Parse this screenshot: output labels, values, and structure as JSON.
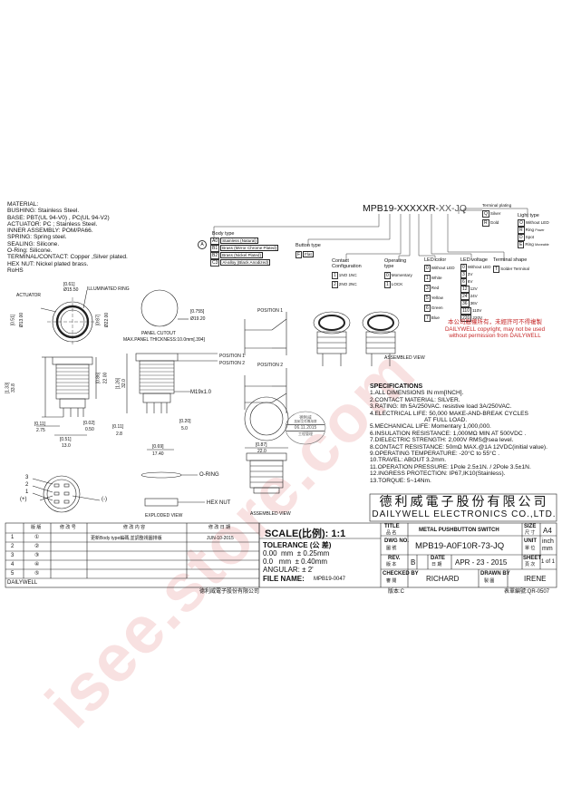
{
  "materials": {
    "lines": [
      "MATERIAL:",
      "BUSHING: Stainless Steel.",
      "BASE: PBT(UL 94-V0) , PC(UL 94-V2)",
      "ACTUATOR: PC ; Stainless Steel.",
      "INNER ASSEMBLY: POM/PA66.",
      "SPRING: Spring steel.",
      "SEALING: Silicone.",
      "O-Ring: Silicone.",
      "TERMINAL/CONTACT: Copper ,Silver plated.",
      "HEX NUT: Nickel plated brass.",
      "RoHS"
    ]
  },
  "part_code": {
    "main": "MPB19-XXXXXR-",
    "suffix": "XX-JQ",
    "terminal_plating": {
      "title": "Terminal plating",
      "options": [
        {
          "code": "Q",
          "label": "Silver"
        },
        {
          "code": "R",
          "label": "Gold"
        }
      ]
    },
    "light_type": {
      "title": "Light type",
      "options": [
        {
          "code": "O",
          "label": "Without LED"
        },
        {
          "code": "R",
          "label": "Ring",
          "note": "Power"
        },
        {
          "code": "D",
          "label": "Spot"
        },
        {
          "code": "E",
          "label": "Ring",
          "note": "Moveable"
        }
      ]
    },
    "body_type": {
      "title": "Body type",
      "marker": "A",
      "options": [
        {
          "code": "A0",
          "label": "Stainless (Natural)"
        },
        {
          "code": "B1",
          "label": "Brass (Mirror Chrome Plated)"
        },
        {
          "code": "B2",
          "label": "Brass (Nickel Plated)"
        },
        {
          "code": "C3",
          "label": "Al-alloy (Black Anodized)"
        }
      ]
    },
    "button_type": {
      "title": "Button type",
      "options": [
        {
          "code": "F",
          "label": "Flat"
        }
      ]
    },
    "contact_config": {
      "title": "Contact Configuration",
      "options": [
        {
          "code": "1",
          "label": "1NO 1NC"
        },
        {
          "code": "2",
          "label": "2NO 2NC"
        }
      ]
    },
    "operating_type": {
      "title": "Operating type",
      "options": [
        {
          "code": "0",
          "label": "Momentary"
        },
        {
          "code": "1",
          "label": "LOCK"
        }
      ]
    },
    "led_color": {
      "title": "LED color",
      "options": [
        {
          "code": "0",
          "label": "Without LED"
        },
        {
          "code": "1",
          "label": "White"
        },
        {
          "code": "3",
          "label": "Red"
        },
        {
          "code": "5",
          "label": "Yellow"
        },
        {
          "code": "6",
          "label": "Green"
        },
        {
          "code": "7",
          "label": "Blue"
        }
      ]
    },
    "led_voltage": {
      "title": "LED voltage",
      "options": [
        {
          "code": "0",
          "label": "Without LED"
        },
        {
          "code": "3",
          "label": "3V"
        },
        {
          "code": "6",
          "label": "6V"
        },
        {
          "code": "12",
          "label": "12V"
        },
        {
          "code": "24",
          "label": "24V"
        },
        {
          "code": "36",
          "label": "36V"
        },
        {
          "code": "110",
          "label": "110V"
        },
        {
          "code": "220",
          "label": "220V"
        }
      ]
    },
    "terminal_shape": {
      "title": "Terminal shape",
      "options": [
        {
          "code": "T",
          "label": "Solder Terminal"
        }
      ]
    }
  },
  "drawing_labels": {
    "actuator": "ACTUATOR",
    "illuminated_ring": "ILLUMINATED RING",
    "dim_061": "[0.61]",
    "dim_1550": "Ø15.50",
    "dim_051": "[0.51]",
    "dim_1300": "Ø13.00",
    "dim_087a": "[0.87]",
    "dim_2200": "Ø22.00",
    "panel_cutout": "PANEL CUTOUT",
    "max_panel": "MAX.PANEL THICKNESS:10.0mm[.394]",
    "dim_0755": "[0.755]",
    "dim_1920": "Ø19.20",
    "position1": "POSITION 1",
    "position2": "POSITION 2",
    "m19": "M19x1.0",
    "dim_133": "[1.33]",
    "dim_338": "33.8",
    "dim_126": "[1.26]",
    "dim_320": "32.0",
    "dim_086": "[0.86]",
    "dim_2200b": "22.00",
    "dim_011": "[0.11]",
    "dim_275": "2.75",
    "dim_002": "[0.02]",
    "dim_050": "0.50",
    "dim_051b": "[0.51]",
    "dim_130": "13.0",
    "dim_011b": "[0.11]",
    "dim_28": "2.8",
    "dim_020": "[0.20]",
    "dim_50": "5.0",
    "dim_069": "[0.69]",
    "dim_1740": "17.40",
    "oring": "O-RING",
    "hexnut": "HEX NUT",
    "exploded": "EXPLODED VIEW",
    "assembled1": "ASSEMBLED VIEW",
    "assembled2": "ASSEMBLED VIEW",
    "dim_087b": "[0.87]",
    "dim_220": "22.0",
    "pin_plus": "(+)",
    "pin_minus": "(-)",
    "pin_numbers": [
      "3",
      "2",
      "1"
    ]
  },
  "copyright": {
    "cn": "本公司版權所有，未經許可不得複製",
    "en1": "DAILYWELL copyright, may not be used",
    "en2": "without permission from DAILYWELL"
  },
  "stamp": {
    "line1": "德利威",
    "line2": "技術文件專用章",
    "date": "06.11.2015",
    "line3": "工程管理"
  },
  "specifications": {
    "title": "SPECIFICATIONS",
    "items": [
      "1.ALL DIMENSIONS IN mm[INCH].",
      "2.CONTACT MATERIAL: SILVER.",
      "3.RATING: Ith 5A/250VAC. resistive load 3A/250VAC.",
      "4.ELECTRICAL LIFE: 50,000 MAKE-AND-BREAK CYCLES",
      "AT FULL LOAD.",
      "5.MECHANICAL LIFE: Momentary 1,000,000.",
      "6.INSULATION RESISTANCE: 1,000MΩ MIN AT 500VDC .",
      "7.DIELECTRIC STRENGTH: 2,000V RMS@sea level.",
      "8.CONTACT RESISTANCE: 50mΩ MAX.@1A 12VDC(initial value).",
      "9.OPERATING TEMPERATURE: -20°C to 55°C .",
      "10.TRAVEL: ABOUT 3.2mm.",
      "11.OPERATION PRESSURE: 1Pole 2.5±1N. / 2Pole 3.5±1N.",
      "12.INGRESS PROTECTION: IP67,IK10(Stainless).",
      "13.TORQUE: 5~14Nm."
    ]
  },
  "company": {
    "cn": "德利威電子股份有限公司",
    "en": "DAILYWELL ELECTRONICS CO.,LTD."
  },
  "revisions": {
    "headers": [
      "版 版",
      "修 改 号",
      "修 改 内 容",
      "修 改 日 期"
    ],
    "rows": [
      {
        "no": "1",
        "mark": "①",
        "content": "更新Body type編碼,並調整視圖排版",
        "date": "JUN-10-2015"
      },
      {
        "no": "2",
        "mark": "②",
        "content": "",
        "date": ""
      },
      {
        "no": "3",
        "mark": "③",
        "content": "",
        "date": ""
      },
      {
        "no": "4",
        "mark": "④",
        "content": "",
        "date": ""
      },
      {
        "no": "5",
        "mark": "⑤",
        "content": "",
        "date": ""
      }
    ],
    "footer": "DAILYWELL"
  },
  "title_block": {
    "scale": "SCALE(比例): 1:1",
    "tolerance_title": "TOLERANCE (公 差)",
    "tol1": "0.00  mm  ± 0.25mm",
    "tol2": "0.0   mm  ± 0.40mm",
    "angular": "ANGULAR: ± 2'",
    "file_label": "FILE NAME:",
    "file_value": "MPB19-0047",
    "title_label": "TITLE",
    "title_label_cn": "品 名",
    "title_value": "METAL PUSHBUTTON SWITCH",
    "size_label": "SIZE",
    "size_label_cn": "尺 寸",
    "size_value": "A4",
    "dwg_label": "DWG NO.",
    "dwg_label_cn": "圖 號",
    "dwg_value": "MPB19-A0F10R-73-JQ",
    "unit_label": "UNIT",
    "unit_label_cn": "單 位",
    "unit_value": "inch mm",
    "rev_label": "REV.",
    "rev_label_cn": "版 本",
    "rev_value": "B",
    "date_label": "DATE",
    "date_label_cn": "日 期",
    "date_value": "APR - 23 - 2015",
    "sheet_label": "SHEET",
    "sheet_label_cn": "頁 次",
    "sheet_value": "1 of 1",
    "checked_label": "CHECKED BY",
    "checked_label_cn": "審 閱",
    "checked_value": "RICHARD",
    "drawn_label": "DRAWN BY",
    "drawn_label_cn": "製 圖",
    "drawn_value": "IRENE"
  },
  "footer": {
    "left": "德利威電子股份有限公司",
    "mid": "版本:C",
    "right": "表單編號:QR-0507"
  },
  "watermark": "isee.store.com"
}
